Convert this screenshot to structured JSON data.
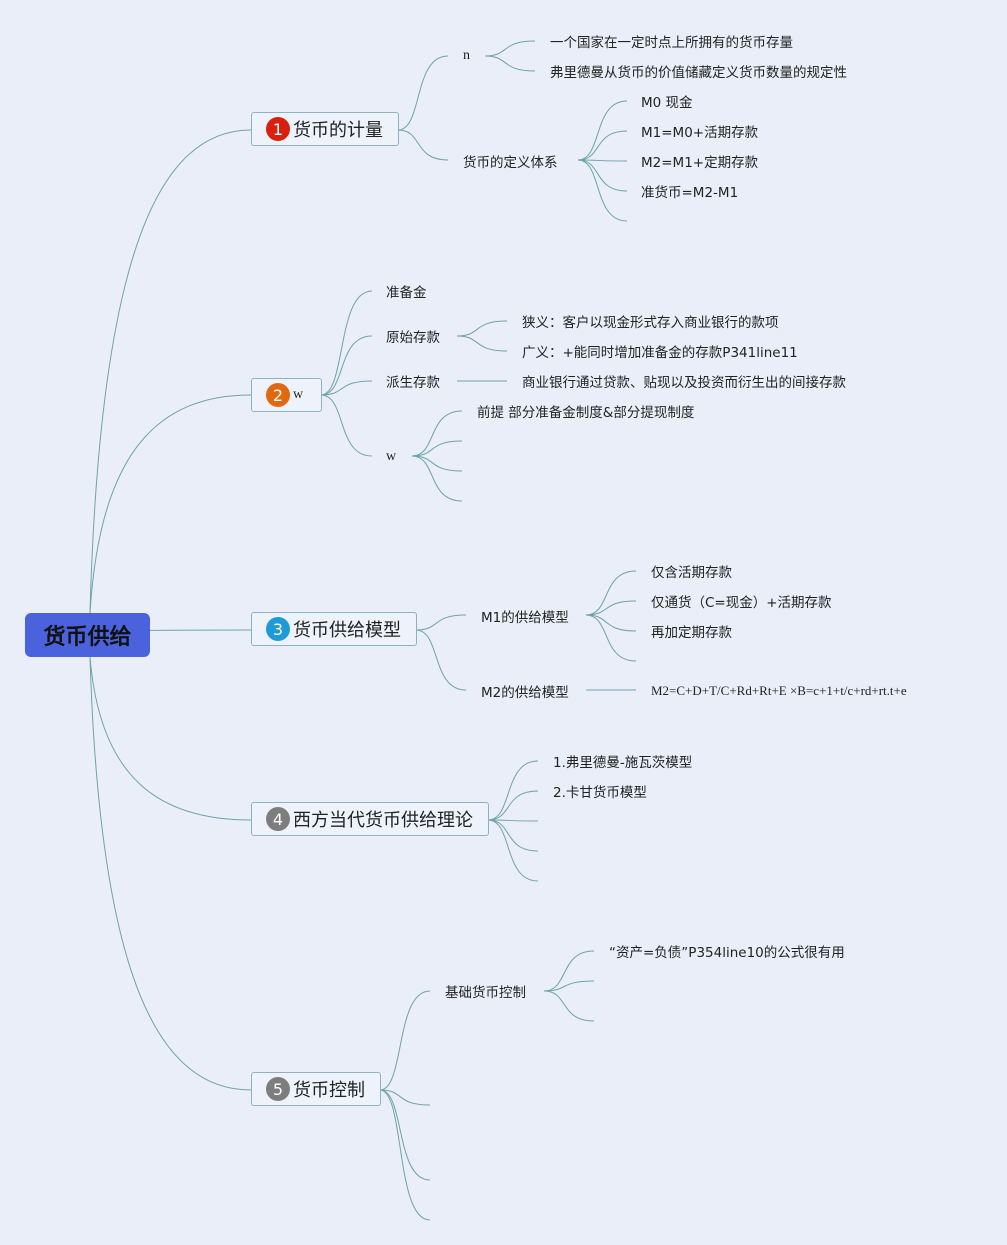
{
  "root": "货币供给",
  "colors": {
    "root": "#4a63dc",
    "line": "#6fa3a6",
    "badge1": "#d9200f",
    "badge2": "#e2680f",
    "badge3": "#1e9ad9",
    "badge4": "#7d7d7d",
    "badge5": "#7d7d7d"
  },
  "topics": [
    {
      "num": "1",
      "label": "货币的计量",
      "n": {
        "label": "n",
        "children": [
          "一个国家在一定时点上所拥有的货币存量",
          "弗里德曼从货币的价值储藏定义货币数量的规定性"
        ]
      },
      "def": {
        "label": "货币的定义体系",
        "children": [
          "M0 现金",
          "M1=M0+活期存款",
          "M2=M1+定期存款",
          "准货币=M2-M1"
        ]
      }
    },
    {
      "num": "2",
      "label": "w",
      "children": [
        "准备金",
        "原始存款",
        "派生存款",
        "w"
      ],
      "original": [
        "狭义：客户以现金形式存入商业银行的款项",
        "广义：+能同时增加准备金的存款P341line11"
      ],
      "derived": "商业银行通过贷款、贴现以及投资而衍生出的间接存款",
      "w_children": [
        "前提 部分准备金制度&部分提现制度"
      ]
    },
    {
      "num": "3",
      "label": "货币供给模型",
      "m1": {
        "label": "M1的供给模型",
        "children": [
          "仅含活期存款",
          "仅通货（C=现金）+活期存款",
          "再加定期存款"
        ]
      },
      "m2": {
        "label": "M2的供给模型",
        "formula": "M2=C+D+T/C+Rd+Rt+E ×B=c+1+t/c+rd+rt.t+e"
      }
    },
    {
      "num": "4",
      "label": "西方当代货币供给理论",
      "children": [
        "1.弗里德曼-施瓦茨模型",
        "2.卡甘货币模型"
      ]
    },
    {
      "num": "5",
      "label": "货币控制",
      "base": {
        "label": "基础货币控制",
        "children": [
          "“资产=负债”P354line10的公式很有用"
        ]
      }
    }
  ]
}
